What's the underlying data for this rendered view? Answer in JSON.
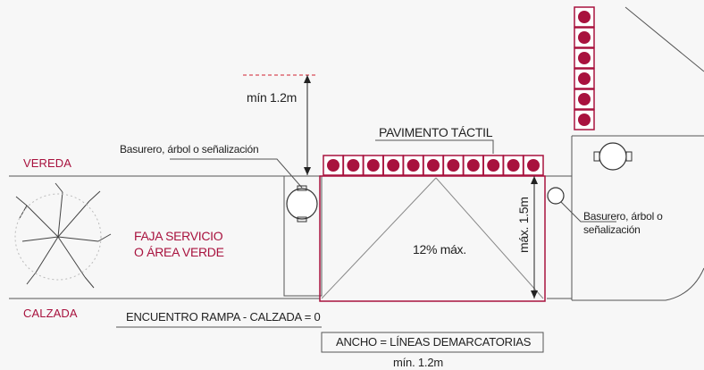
{
  "zones": {
    "sidewalk": "VEREDA",
    "road": "CALZADA",
    "service_strip": [
      "FAJA SERVICIO",
      "O ÁREA VERDE"
    ]
  },
  "annotations": {
    "clearance_top": "mín 1.2m",
    "tactile_paving": "PAVIMENTO TÁCTIL",
    "bin_left": "Basurero, árbol o señalización",
    "bin_right": [
      "Basurero, árbol o",
      "señalización"
    ],
    "slope": "12% máx.",
    "ramp_length": "máx. 1.5m",
    "ramp_meeting": "ENCUENTRO RAMPA - CALZADA = 0",
    "width": "ANCHO = LÍNEAS DEMARCATORIAS",
    "width_min": "mín. 1.2m"
  },
  "colors": {
    "accent": "#a8123e",
    "line": "#555555",
    "background": "#f7f7f7"
  }
}
